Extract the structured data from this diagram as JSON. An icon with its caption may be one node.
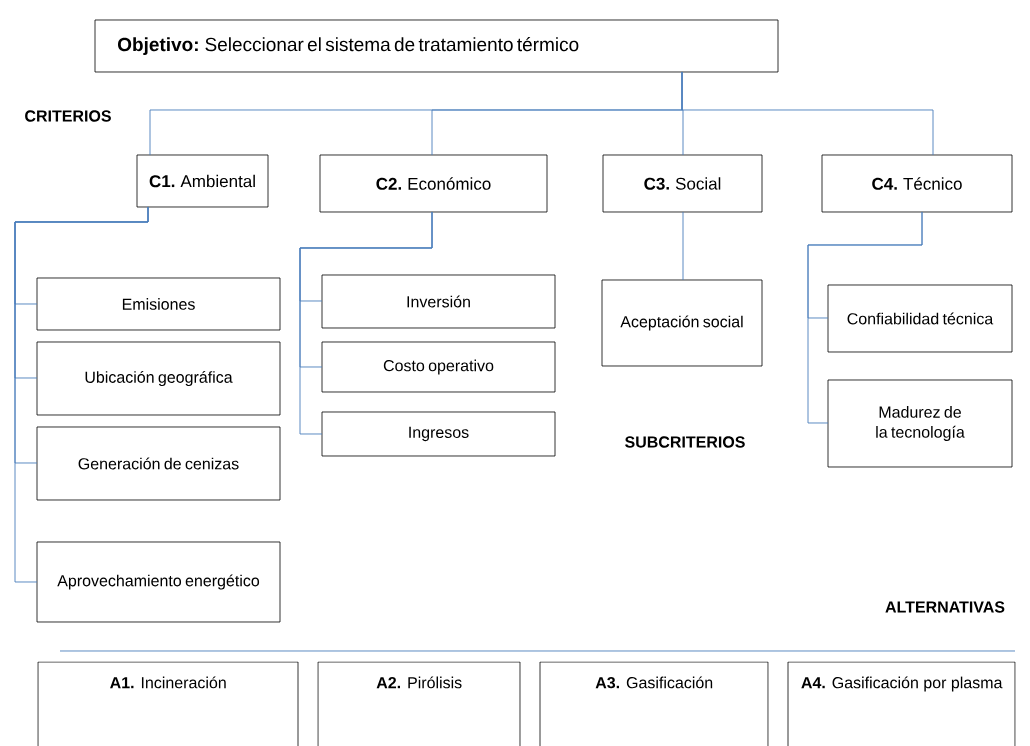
{
  "diagram": {
    "nodes": [
      {
        "text": [
          "**Objetivo:** Seleccionar el sistema de tratamiento térmico"
        ]
      },
      {
        "text": [
          "**C1.** Ambiental"
        ]
      },
      {
        "text": [
          "**C2.** Económico"
        ]
      },
      {
        "text": [
          "**C3.** Social"
        ]
      },
      {
        "text": [
          "**C4.** Técnico"
        ]
      },
      {
        "text": [
          "Emisiones"
        ]
      },
      {
        "text": [
          "Ubicación geográfica"
        ]
      },
      {
        "text": [
          "Generación de cenizas"
        ]
      },
      {
        "text": [
          "Aprovechamiento energético"
        ]
      },
      {
        "text": [
          "Inversión"
        ]
      },
      {
        "text": [
          "Costo operativo"
        ]
      },
      {
        "text": [
          "Ingresos"
        ]
      },
      {
        "text": [
          "Aceptación social"
        ]
      },
      {
        "text": [
          "Confiabilidad técnica"
        ]
      },
      {
        "text": [
          "Madurez de la tecnología"
        ]
      },
      {
        "text": [
          "**A1.** Incineración"
        ]
      },
      {
        "text": [
          "**A2.** Pirólisis"
        ]
      },
      {
        "text": [
          "**A3.** Gasificación"
        ]
      },
      {
        "text": [
          "**A4.** Gasificación por plasma"
        ]
      }
    ],
    "edges": [
      {
        "from": 0,
        "to": 1,
        "arrow": "none"
      },
      {
        "from": 0,
        "to": 2,
        "arrow": "none"
      },
      {
        "from": 0,
        "to": 3,
        "arrow": "none"
      },
      {
        "from": 0,
        "to": 4,
        "arrow": "none"
      },
      {
        "from": 1,
        "to": 5,
        "arrow": "none"
      },
      {
        "from": 1,
        "to": 6,
        "arrow": "none"
      },
      {
        "from": 1,
        "to": 7,
        "arrow": "none"
      },
      {
        "from": 1,
        "to": 8,
        "arrow": "none"
      },
      {
        "from": 2,
        "to": 9,
        "arrow": "none"
      },
      {
        "from": 2,
        "to": 10,
        "arrow": "none"
      },
      {
        "from": 2,
        "to": 11,
        "arrow": "none"
      },
      {
        "from": 3,
        "to": 12,
        "arrow": "none"
      },
      {
        "from": 4,
        "to": 13,
        "arrow": "none"
      },
      {
        "from": 4,
        "to": 14,
        "arrow": "none"
      }
    ],
    "labels": [
      "CRITERIOS",
      "SUBCRITERIOS",
      "ALTERNATIVAS"
    ]
  }
}
